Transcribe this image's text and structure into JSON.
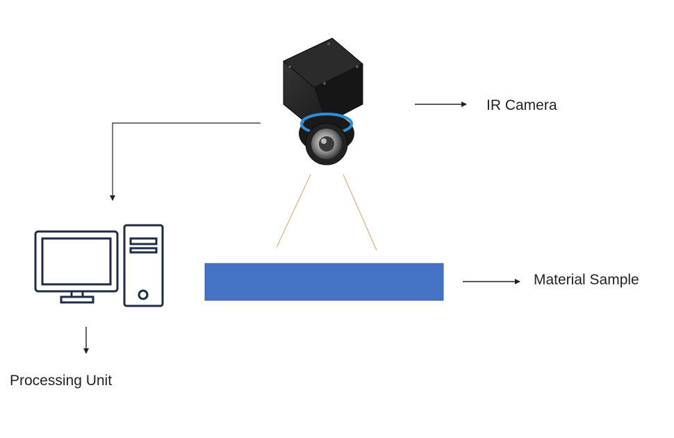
{
  "labels": {
    "camera": "IR Camera",
    "sample": "Material Sample",
    "processing": "Processing Unit"
  },
  "colors": {
    "background": "#ffffff",
    "arrow": "#222222",
    "computer_outline": "#1f2a44",
    "sample_fill": "#4472c4",
    "sample_border": "#3b63ab",
    "view_cone": "#d9b48a",
    "camera_body": "#1c1c1c",
    "lens_ring": "#2e8fd6"
  },
  "icons": {
    "camera": "ir-camera-icon",
    "computer": "desktop-computer-icon"
  }
}
